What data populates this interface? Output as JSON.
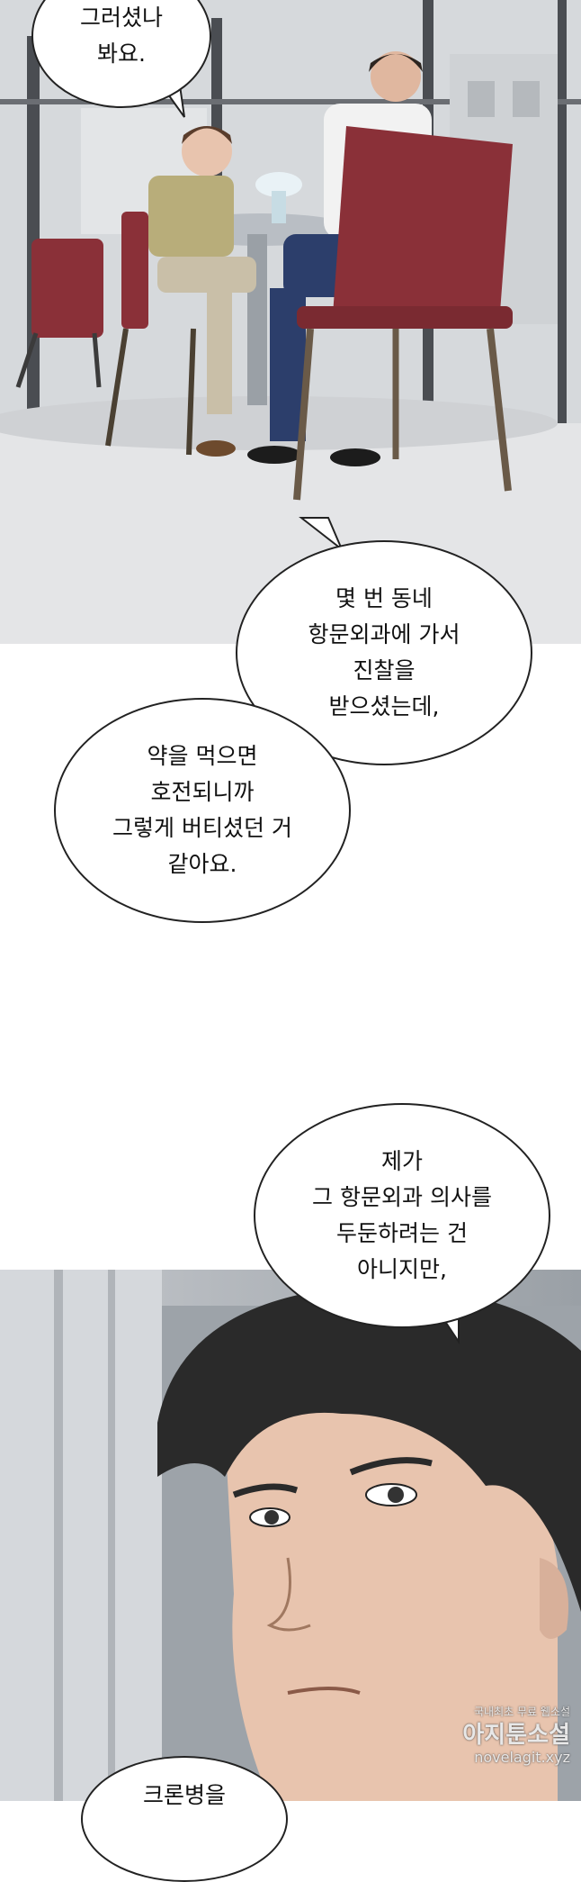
{
  "bubbles": {
    "b1": "그러셨나\n봐요.",
    "b2": "몇 번 동네\n항문외과에 가서\n진찰을\n받으셨는데,",
    "b3": "약을 먹으면\n호전되니까\n그렇게 버티셨던 거\n같아요.",
    "b4": "제가\n그 항문외과 의사를\n두둔하려는 건\n아니지만,",
    "b5": "크론병을"
  },
  "watermark": {
    "line1": "국내최초 무료 웹소설",
    "line2": "아지툰소설",
    "url": "novelagit.xyz"
  },
  "colors": {
    "chair": "#8a3038",
    "jeans": "#2c3e6b",
    "hair": "#2a2a2a",
    "skin": "#e8c4ae"
  }
}
